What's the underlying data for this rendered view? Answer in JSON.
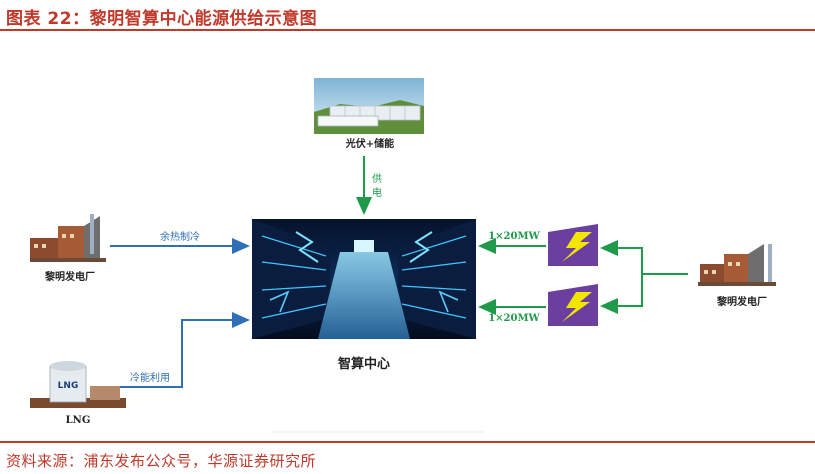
{
  "header": {
    "title": "图表 22：黎明智算中心能源供给示意图"
  },
  "footer": {
    "source": "资料来源：浦东发布公众号，华源证券研究所"
  },
  "diagram": {
    "center_label": "智算中心",
    "solar_label": "光伏+储能",
    "supply_label_line1": "供",
    "supply_label_line2": "电",
    "plant_left_label": "黎明发电厂",
    "plant_right_label": "黎明发电厂",
    "waste_heat_label": "余热制冷",
    "cold_energy_label": "冷能利用",
    "lng_label": "LNG",
    "lng_tank_text": "LNG",
    "power_top_label": "1×20MW",
    "power_bottom_label": "1×20MW"
  },
  "colors": {
    "accent": "#c0392b",
    "blue_arrow": "#2e6fb5",
    "green_arrow": "#1f9a4a",
    "transformer": "#6a3fa0",
    "bolt": "#f2e600"
  }
}
